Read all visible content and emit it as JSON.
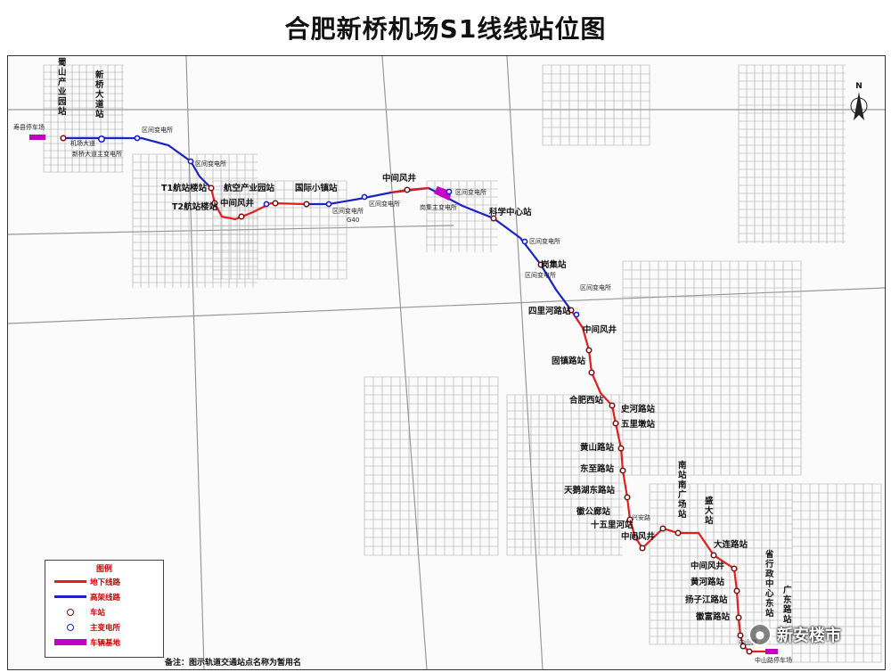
{
  "title": "合肥新桥机场S1线线站位图",
  "colors": {
    "underground": "#e31d1d",
    "elevated": "#1a22c8",
    "depot": "#c400c4",
    "station": "#7a1010",
    "substation": "#1a22c8"
  },
  "stations": [
    {
      "name": "蜀山产业园站"
    },
    {
      "name": "新桥大道站"
    },
    {
      "name": "T1航站楼站"
    },
    {
      "name": "T2航站楼站"
    },
    {
      "name": "中间风井"
    },
    {
      "name": "航空产业园站"
    },
    {
      "name": "国际小镇站"
    },
    {
      "name": "中间风井"
    },
    {
      "name": "科学中心站"
    },
    {
      "name": "岗集站"
    },
    {
      "name": "四里河路站"
    },
    {
      "name": "中间风井"
    },
    {
      "name": "固镇路站"
    },
    {
      "name": "合肥西站"
    },
    {
      "name": "史河路站"
    },
    {
      "name": "五里墩站"
    },
    {
      "name": "黄山路站"
    },
    {
      "name": "东至路站"
    },
    {
      "name": "天鹅湖东路站"
    },
    {
      "name": "徽公廊站"
    },
    {
      "name": "十五里河站"
    },
    {
      "name": "中间风井"
    },
    {
      "name": "南站南广场站"
    },
    {
      "name": "盛大站"
    },
    {
      "name": "大连路站"
    },
    {
      "name": "中间风井"
    },
    {
      "name": "黄河路站"
    },
    {
      "name": "扬子江路站"
    },
    {
      "name": "省行政中心东站"
    },
    {
      "name": "徽富路站"
    },
    {
      "name": "广东路站"
    }
  ],
  "depots": [
    {
      "name": "寿县停车场"
    },
    {
      "name": "中山路停车场"
    }
  ],
  "substations": [
    {
      "name": "新桥大道主变电所"
    },
    {
      "name": "岗集主变电所"
    },
    {
      "name": "区间变电所"
    },
    {
      "name": "区间变电所"
    },
    {
      "name": "区间变电所"
    },
    {
      "name": "区间变电所"
    },
    {
      "name": "区间变电所"
    },
    {
      "name": "区间变电所"
    },
    {
      "name": "区间变电所"
    },
    {
      "name": "区间变电所"
    }
  ],
  "road_labels": [
    "机场大道",
    "G40",
    "兴安路",
    "中山路"
  ],
  "legend": {
    "title": "图例",
    "underground": "地下线路",
    "elevated": "高架线路",
    "station": "车站",
    "substation": "主变电所",
    "depot": "车辆基地"
  },
  "note": "备注：图示轨道交通站点名称为暂用名",
  "compass": "N",
  "watermark": "新安楼市"
}
